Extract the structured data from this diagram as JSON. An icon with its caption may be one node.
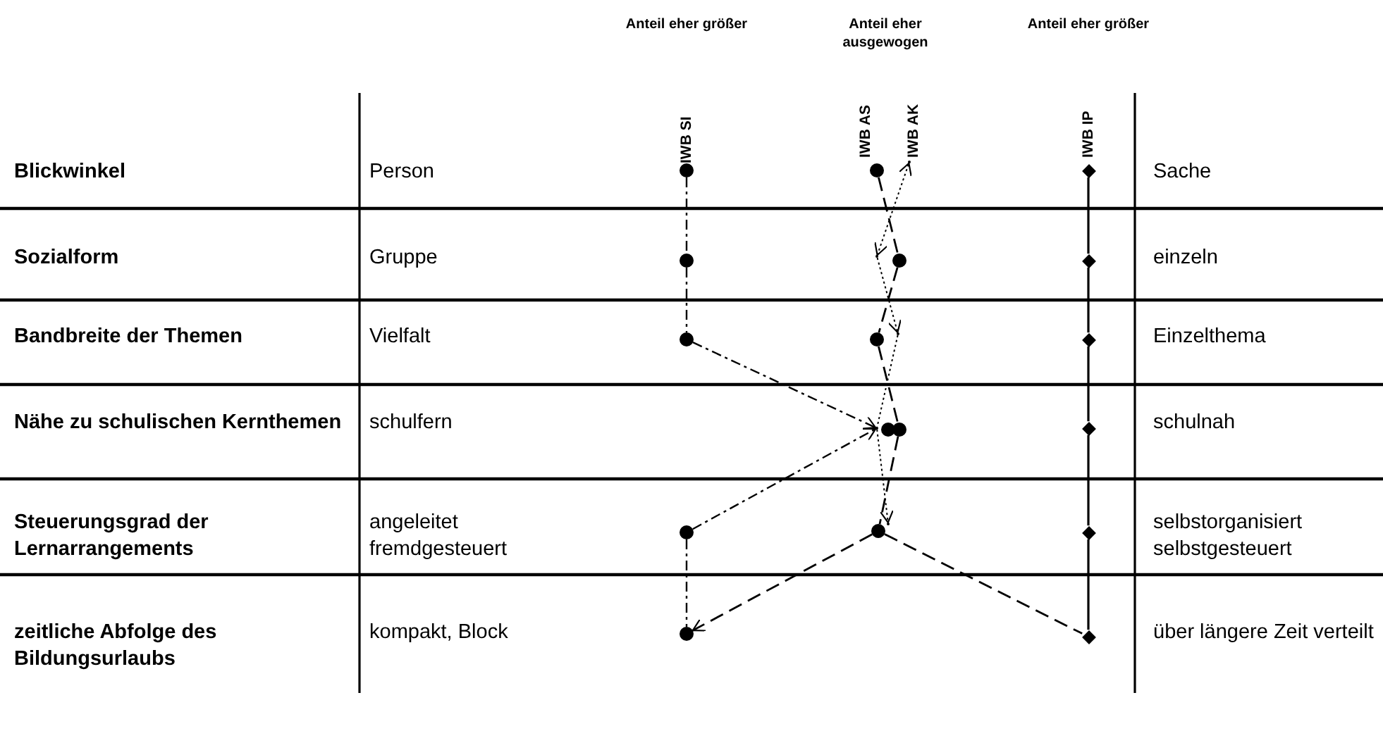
{
  "diagram": {
    "nodes": [
      {
        "text": [],
        "shape": "circle"
      },
      {
        "text": [],
        "shape": "circle"
      },
      {
        "text": [],
        "shape": "point"
      },
      {
        "text": [],
        "shape": "diamond"
      },
      {
        "text": [],
        "shape": "circle"
      },
      {
        "text": [],
        "shape": "point"
      },
      {
        "text": [],
        "shape": "circle"
      },
      {
        "text": [],
        "shape": "diamond"
      },
      {
        "text": [],
        "shape": "circle"
      },
      {
        "text": [],
        "shape": "circle"
      },
      {
        "text": [],
        "shape": "point"
      },
      {
        "text": [],
        "shape": "diamond"
      },
      {
        "text": [],
        "shape": "point"
      },
      {
        "text": [],
        "shape": "circle"
      },
      {
        "text": [],
        "shape": "circle"
      },
      {
        "text": [],
        "shape": "diamond"
      },
      {
        "text": [],
        "shape": "circle"
      },
      {
        "text": [],
        "shape": "circle"
      },
      {
        "text": [],
        "shape": "point"
      },
      {
        "text": [],
        "shape": "diamond"
      },
      {
        "text": [],
        "shape": "circle"
      },
      {
        "text": [],
        "shape": "diamond"
      }
    ],
    "edges": [
      {
        "from": 0,
        "to": 4,
        "arrow": "none",
        "style": "dashed"
      },
      {
        "from": 4,
        "to": 8,
        "arrow": "none",
        "style": "dashed"
      },
      {
        "from": 8,
        "to": 12,
        "arrow": "to",
        "style": "dashed"
      },
      {
        "from": 16,
        "to": 12,
        "arrow": "to",
        "style": "dashed"
      },
      {
        "from": 16,
        "to": 20,
        "arrow": "none",
        "style": "dashed"
      },
      {
        "from": 1,
        "to": 6,
        "arrow": "none",
        "style": "dashed"
      },
      {
        "from": 6,
        "to": 9,
        "arrow": "none",
        "style": "dashed"
      },
      {
        "from": 9,
        "to": 14,
        "arrow": "none",
        "style": "dashed"
      },
      {
        "from": 14,
        "to": 17,
        "arrow": "none",
        "style": "dashed"
      },
      {
        "from": 17,
        "to": 21,
        "arrow": "none",
        "style": "dashed"
      },
      {
        "from": 5,
        "to": 2,
        "arrow": "both",
        "style": "dashed"
      },
      {
        "from": 5,
        "to": 10,
        "arrow": "to",
        "style": "dashed"
      },
      {
        "from": 10,
        "to": 12,
        "arrow": "none",
        "style": "dashed"
      },
      {
        "from": 12,
        "to": 18,
        "arrow": "to",
        "style": "dashed"
      },
      {
        "from": 17,
        "to": 20,
        "arrow": "to",
        "style": "dashed"
      },
      {
        "from": 3,
        "to": 7,
        "arrow": "none"
      },
      {
        "from": 7,
        "to": 11,
        "arrow": "none"
      },
      {
        "from": 11,
        "to": 15,
        "arrow": "none"
      },
      {
        "from": 15,
        "to": 19,
        "arrow": "none"
      },
      {
        "from": 19,
        "to": 21,
        "arrow": "none"
      }
    ],
    "labels": [
      "Anteil eher größer",
      "Anteil eher ausgewogen",
      "Anteil eher größer",
      "IWB SI",
      "IWB AS",
      "IWB AK",
      "IWB IP",
      "Blickwinkel",
      "Person",
      "Sache",
      "Sozialform",
      "Gruppe",
      "einzeln",
      "Bandbreite der Themen",
      "Vielfalt",
      "Einzelthema",
      "Nähe zu schulischen Kernthemen",
      "schulfern",
      "schulnah",
      "Steuerungsgrad  der Lernarrangements",
      "angeleitet fremdgesteuert",
      "selbstorganisiert selbstgesteuert",
      "zeitliche Abfolge des Bildungsurlaubs",
      "kompakt, Block",
      "über längere Zeit verteilt"
    ]
  }
}
